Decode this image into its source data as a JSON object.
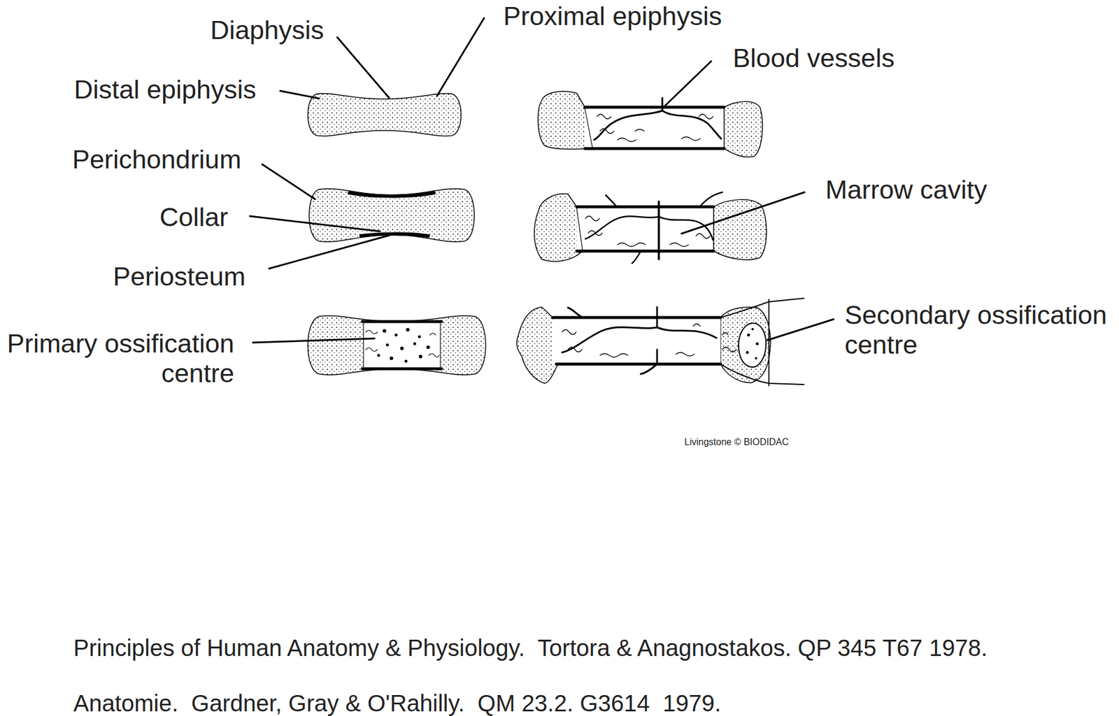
{
  "diagram": {
    "labels": [
      "Proximal epiphysis",
      "Diaphysis",
      "Blood vessels",
      "Distal epiphysis",
      "Perichondrium",
      "Marrow cavity",
      "Collar",
      "Periosteum",
      "Secondary ossification centre",
      "Primary ossification centre",
      "Livingstone © BIODIDAC",
      "Principles of Human Anatomy & Physiology.  Tortora & Anagnostakos. QP 345 T67 1978.",
      "Anatomie.  Gardner, Gray & O'Rahilly.  QM 23.2. G3614  1979."
    ]
  }
}
